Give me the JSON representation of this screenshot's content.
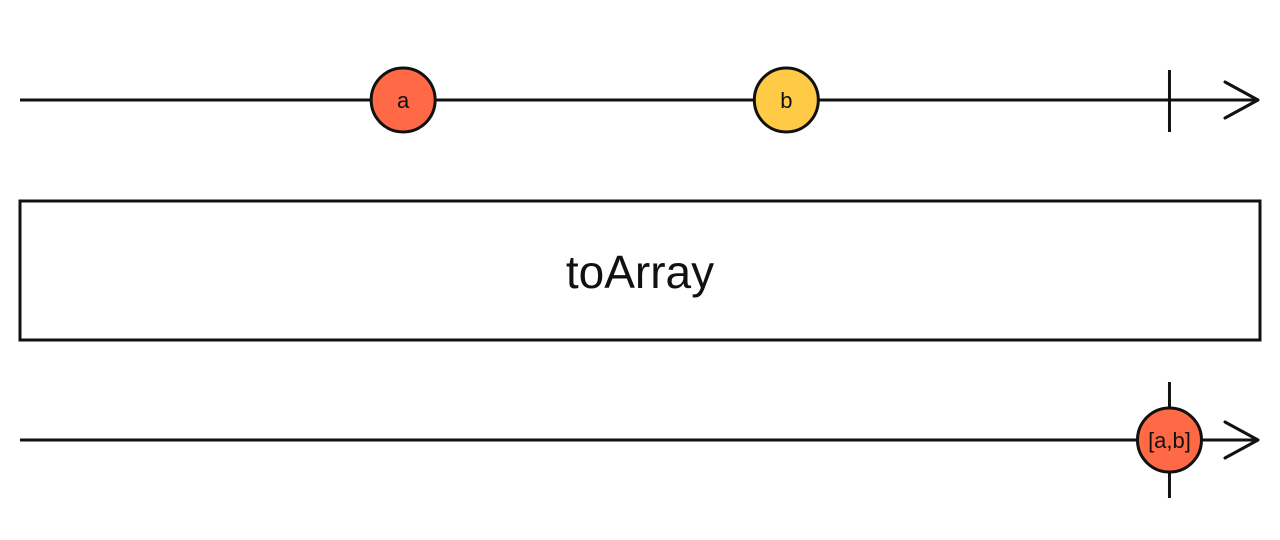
{
  "input_stream": {
    "marbles": [
      {
        "label": "a",
        "time": 0.309,
        "color": "#FF6946"
      },
      {
        "label": "b",
        "time": 0.618,
        "color": "#FFCB46"
      }
    ],
    "completion_time": 0.927
  },
  "operator": {
    "label": "toArray"
  },
  "output_stream": {
    "marbles": [
      {
        "label": "[a,b]",
        "time": 0.927,
        "color": "#FF6946"
      }
    ],
    "completion_time": 0.927
  }
}
